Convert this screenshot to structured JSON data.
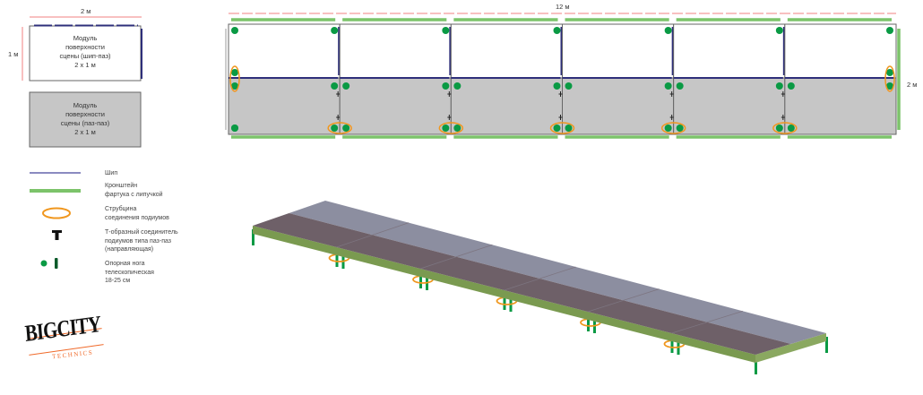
{
  "legend_modules": {
    "width_label": "2 м",
    "height_label": "1 м",
    "module_tongue_groove": {
      "lines": [
        "Модуль",
        "поверхности",
        "сцены (шип-паз)",
        "2  х 1 м"
      ]
    },
    "module_groove_groove": {
      "lines": [
        "Модуль",
        "поверхности",
        "сцены (паз-паз)",
        "2  х 1 м"
      ]
    }
  },
  "plan": {
    "length_label": "12 м",
    "depth_label": "2 м",
    "modules_per_row": 6,
    "rows": 2
  },
  "legend": [
    {
      "icon": "tongue-line-icon",
      "lines": [
        "Шип"
      ]
    },
    {
      "icon": "bracket-line-icon",
      "lines": [
        "Кронштейн",
        "фартука с липучкой"
      ]
    },
    {
      "icon": "clamp-ellipse-icon",
      "lines": [
        "Струбцина",
        "соединения подиумов"
      ]
    },
    {
      "icon": "t-connector-icon",
      "lines": [
        "Т-образный соединитель",
        "подиумов типа паз-паз",
        "(направляющая)"
      ]
    },
    {
      "icon": "leg-icon",
      "lines": [
        "Опорная нога",
        "телескопическая",
        "18-25 см"
      ]
    }
  ],
  "logo": {
    "main": "BIGCITY",
    "sub": "TECHNICS"
  },
  "colors": {
    "tongue": "#2e2f7a",
    "bracket": "#7cc36a",
    "clamp": "#f0971e",
    "leg": "#0a9a44",
    "grey_module": "#c6c6c6",
    "deck_front": "#6e6068",
    "deck_back": "#8c8ea0",
    "frame": "#7a9a50",
    "dim_line": "#f08080",
    "logo_accent": "#f06a2a"
  }
}
